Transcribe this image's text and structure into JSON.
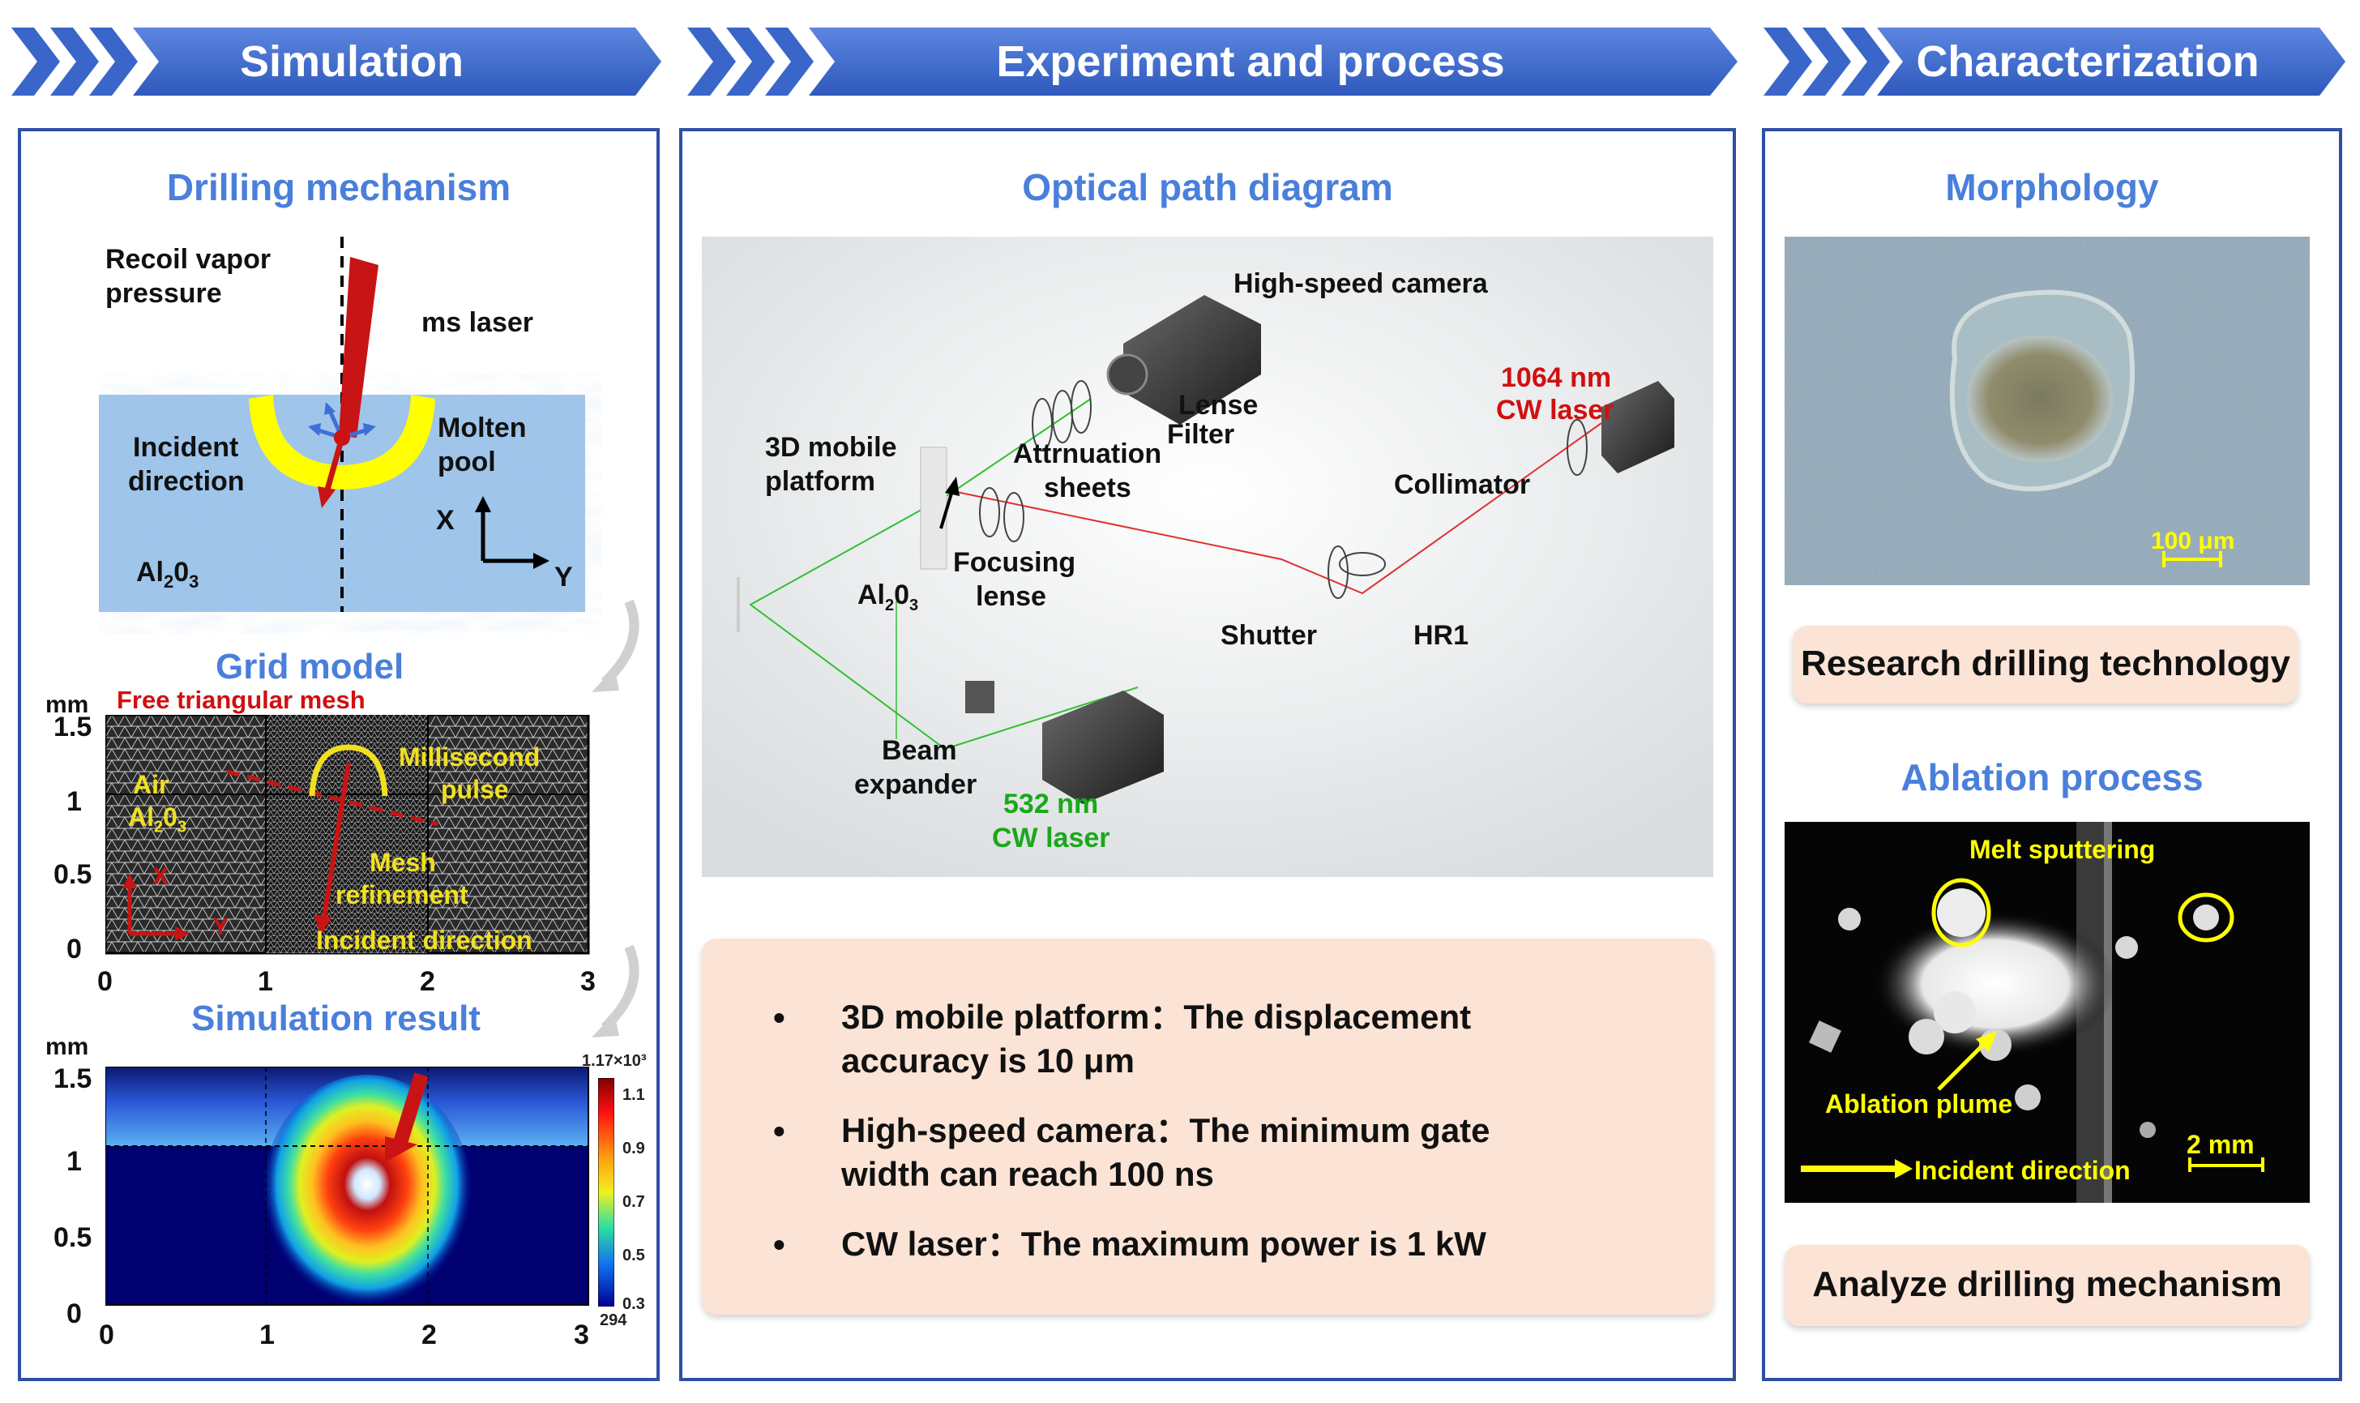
{
  "sections": {
    "simulation": "Simulation",
    "experiment": "Experiment and process",
    "characterization": "Characterization"
  },
  "colors": {
    "banner_blue": "#3a66c9",
    "panel_border": "#2f4fa3",
    "subtitle_blue": "#4a7fdb",
    "highlight_pink": "#fbe4d6",
    "laser_red": "#c81414",
    "label_yellow": "#f0e020",
    "label_green": "#1aa81a"
  },
  "simulation": {
    "drilling_title": "Drilling mechanism",
    "recoil_1": "Recoil vapor",
    "recoil_2": "pressure",
    "ms_laser": "ms laser",
    "incident_1": "Incident",
    "incident_2": "direction",
    "molten_1": "Molten",
    "molten_2": "pool",
    "axis_x": "X",
    "axis_y": "Y",
    "material_base": "Al",
    "material_sub": "2",
    "material_end": "0",
    "material_sub2": "3",
    "grid_title": "Grid model",
    "grid_unit": "mm",
    "grid_free_mesh": "Free triangular mesh",
    "grid_ms_1": "Millisecond",
    "grid_ms_2": "pulse",
    "grid_air": "Air",
    "grid_mesh_1": "Mesh",
    "grid_mesh_2": "refinement",
    "grid_incident": "Incident direction",
    "grid_y_ticks": [
      "1.5",
      "1",
      "0.5",
      "0"
    ],
    "grid_x_ticks": [
      "0",
      "1",
      "2",
      "3"
    ],
    "result_title": "Simulation result",
    "result_unit": "mm",
    "result_y_ticks": [
      "1.5",
      "1",
      "0.5",
      "0"
    ],
    "result_x_ticks": [
      "0",
      "1",
      "2",
      "3"
    ],
    "colorbar_max": "1.17×10³",
    "colorbar_min": "294",
    "colorbar_ticks": [
      "1.1",
      "0.9",
      "0.7",
      "0.5",
      "0.3"
    ]
  },
  "experiment": {
    "optical_title": "Optical path diagram",
    "high_speed_camera": "High-speed camera",
    "cw_laser_1064_1": "1064 nm",
    "cw_laser_1064_2": "CW laser",
    "lense": "Lense",
    "filter": "Filter",
    "mobile_1": "3D mobile",
    "mobile_2": "platform",
    "attenuation_1": "Attrnuation",
    "attenuation_2": "sheets",
    "collimator": "Collimator",
    "focusing_1": "Focusing",
    "focusing_2": "lense",
    "shutter": "Shutter",
    "hr1": "HR1",
    "beam_1": "Beam",
    "beam_2": "expander",
    "cw_laser_532_1": "532 nm",
    "cw_laser_532_2": "CW laser",
    "bullets": [
      {
        "line1": "3D mobile platform：The displacement",
        "line2": "accuracy  is 10 μm"
      },
      {
        "line1": "High-speed camera：The minimum gate",
        "line2": "width can reach 100 ns"
      },
      {
        "line1": "CW laser：The maximum power is 1 kW",
        "line2": ""
      }
    ]
  },
  "characterization": {
    "morphology_title": "Morphology",
    "scale_100": "100 μm",
    "research_box": "Research drilling technology",
    "ablation_title": "Ablation process",
    "melt_sputtering": "Melt sputtering",
    "ablation_plume": "Ablation plume",
    "scale_2mm": "2 mm",
    "incident_direction": "Incident direction",
    "analyze_box": "Analyze drilling mechanism"
  }
}
